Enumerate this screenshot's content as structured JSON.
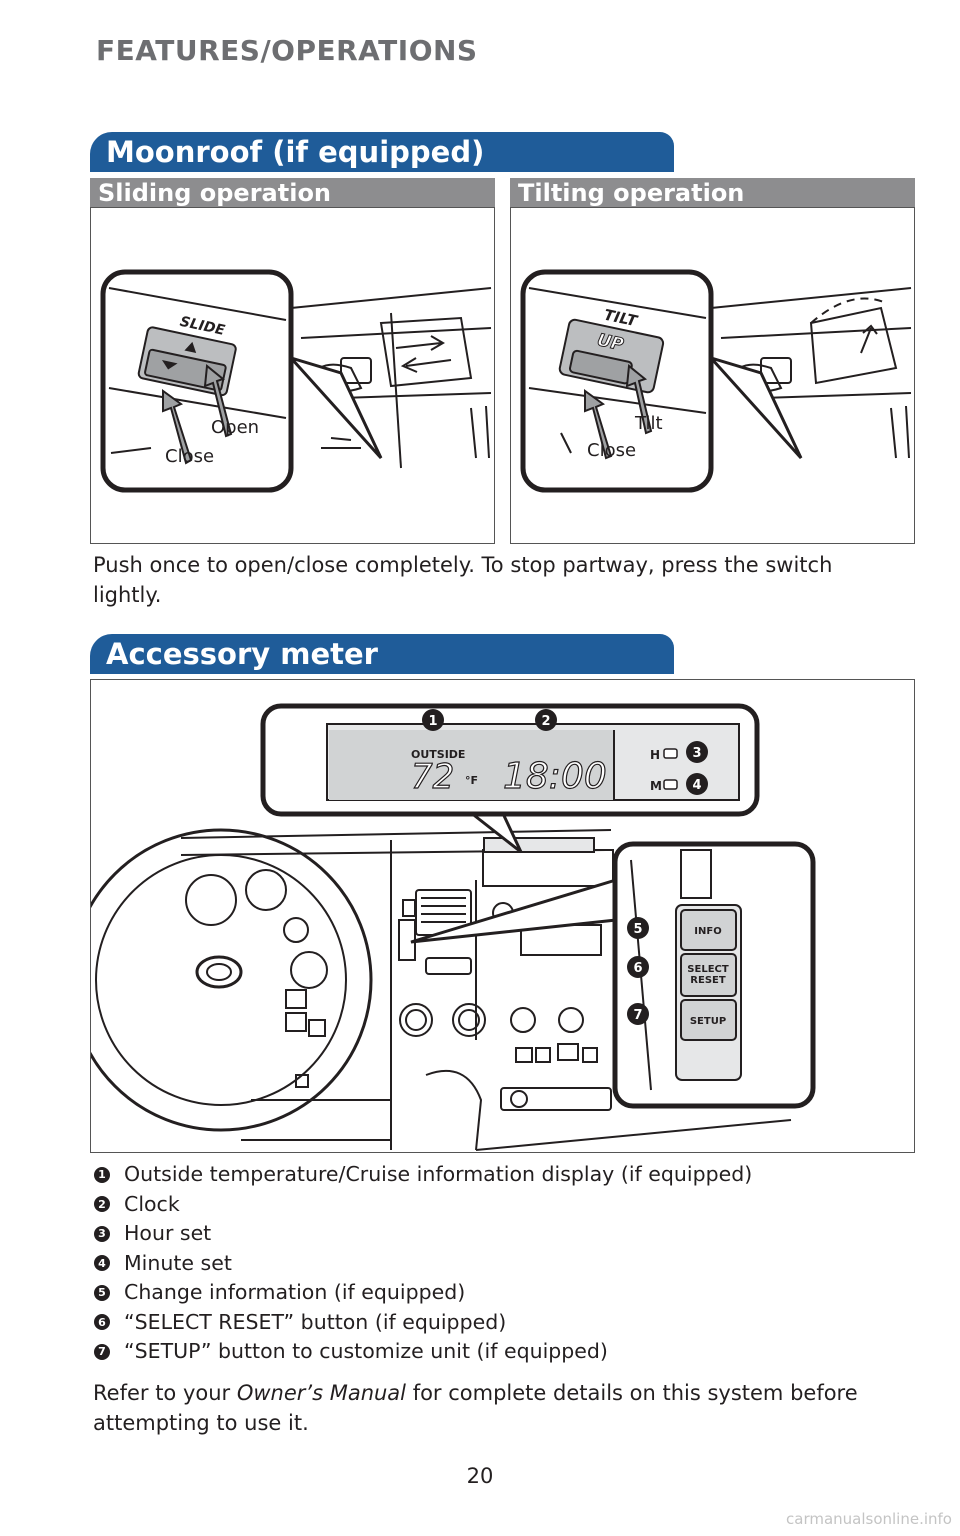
{
  "section_header": "FEATURES/OPERATIONS",
  "moonroof": {
    "title": "Moonroof (if equipped)",
    "sliding": {
      "title": "Sliding operation",
      "switch_label": "SLIDE",
      "open_label": "Open",
      "close_label": "Close"
    },
    "tilting": {
      "title": "Tilting operation",
      "tilt_word": "TILT",
      "up_word": "UP",
      "tilt_label": "Tilt",
      "close_label": "Close"
    },
    "description": "Push once to open/close completely. To stop partway, press the switch lightly."
  },
  "accessory": {
    "title": "Accessory meter",
    "display": {
      "outside_label": "OUTSIDE",
      "temperature": "72",
      "unit": "°F",
      "clock": "18:00",
      "hour_btn": "H",
      "minute_btn": "M"
    },
    "buttons": {
      "info": "INFO",
      "select_reset_line1": "SELECT",
      "select_reset_line2": "RESET",
      "setup": "SETUP"
    },
    "callouts": [
      "1",
      "2",
      "3",
      "4",
      "5",
      "6",
      "7"
    ],
    "items": [
      {
        "num": "1",
        "text": "Outside temperature/Cruise information display (if equipped)"
      },
      {
        "num": "2",
        "text": "Clock"
      },
      {
        "num": "3",
        "text": "Hour set"
      },
      {
        "num": "4",
        "text": "Minute set"
      },
      {
        "num": "5",
        "text": "Change information (if equipped)"
      },
      {
        "num": "6",
        "text": "“SELECT RESET” button (if equipped)"
      },
      {
        "num": "7",
        "text": "“SETUP” button to customize unit (if equipped)"
      }
    ],
    "note_prefix": "Refer to your ",
    "note_italic": "Owner’s Manual",
    "note_suffix": " for complete details on this system before attempting to use it."
  },
  "page_number": "20",
  "watermark": "carmanualsonline.info"
}
